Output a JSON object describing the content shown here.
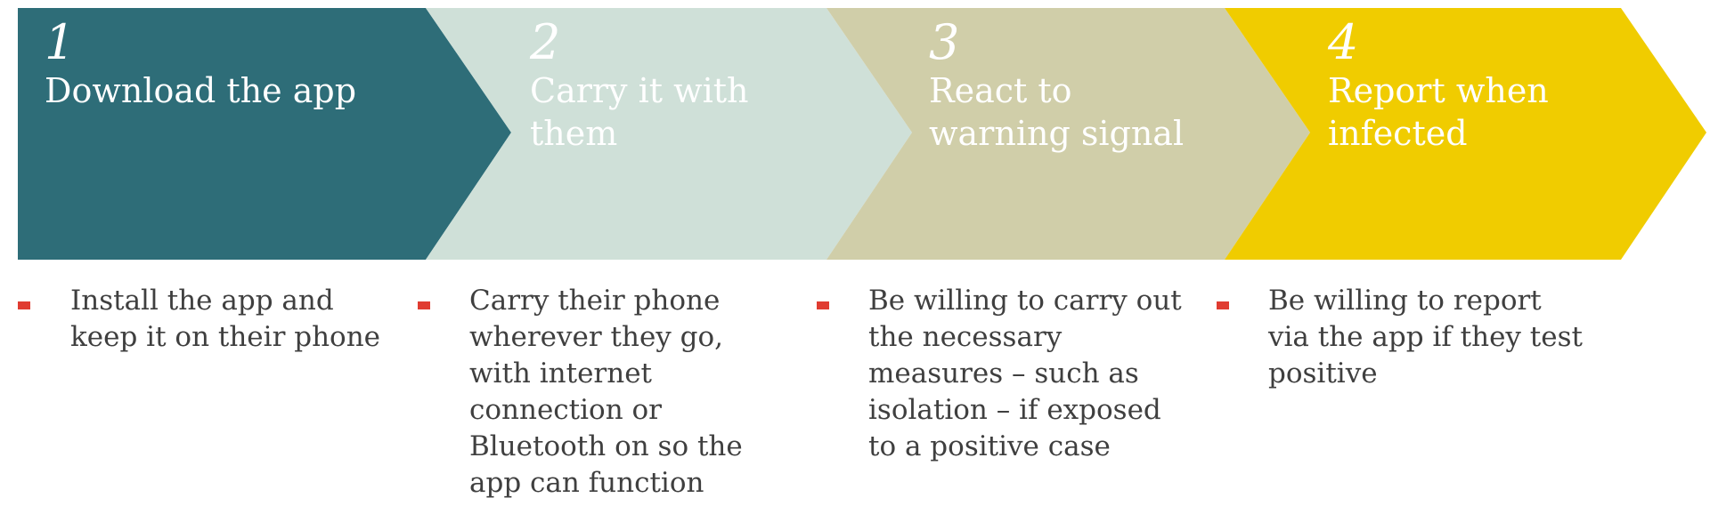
{
  "colors": {
    "step1": "#2e6d78",
    "step2": "#cfe0d8",
    "step3": "#d0cea9",
    "step4": "#f0cc00",
    "bullet": "#e03c31",
    "step_text": "#ffffff",
    "desc_text": "#3f3f3f"
  },
  "steps": [
    {
      "number": "1",
      "title": "Download the app",
      "description": "Install the app and\nkeep it on their phone"
    },
    {
      "number": "2",
      "title": "Carry it with\nthem",
      "description": "Carry their phone\nwherever they go,\nwith internet\nconnection or\nBluetooth on so the\napp can function"
    },
    {
      "number": "3",
      "title": "React to\nwarning signal",
      "description": "Be willing to carry out\nthe necessary\nmeasures – such as\nisolation – if exposed\nto a positive case"
    },
    {
      "number": "4",
      "title": "Report when\ninfected",
      "description": "Be willing to report\nvia the app if they test\npositive"
    }
  ]
}
